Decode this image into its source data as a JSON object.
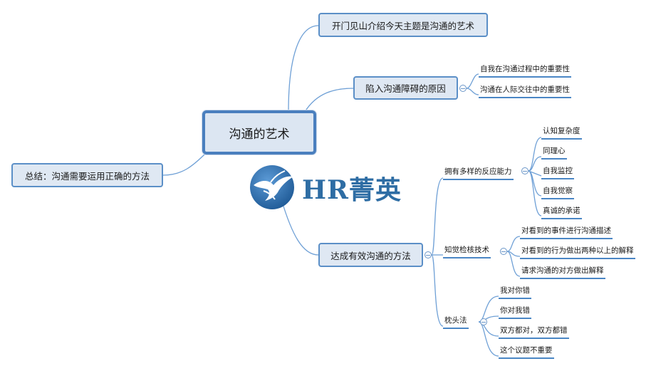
{
  "colors": {
    "line": "#6fa0d6",
    "underline": "#4a86c5",
    "box_fill": "#dfe8f3",
    "box_border": "#5b8fc7",
    "logo": "#2e6da4"
  },
  "center": {
    "label": "沟通的艺术"
  },
  "left": {
    "summary": "总结：沟通需要运用正确的方法"
  },
  "branch1": {
    "label": "开门见山介绍今天主题是沟通的艺术"
  },
  "branch2": {
    "label": "陷入沟通障碍的原因",
    "children": [
      "自我在沟通过程中的重要性",
      "沟通在人际交往中的重要性"
    ]
  },
  "branch3": {
    "label": "达成有效沟通的方法",
    "groups": [
      {
        "label": "拥有多样的反应能力",
        "children": [
          "认知复杂度",
          "同理心",
          "自我监控",
          "自我觉察",
          "真诚的承诺"
        ]
      },
      {
        "label": "知觉检核技术",
        "children": [
          "对看到的事件进行沟通描述",
          "对看到的行为做出两种以上的解释",
          "请求沟通的对方做出解释"
        ]
      },
      {
        "label": "枕头法",
        "children": [
          "我对你错",
          "你对我错",
          "双方都对，双方都错",
          "这个议题不重要"
        ]
      }
    ]
  },
  "logo": {
    "text": "HR菁英",
    "icon": "eagle-globe-icon"
  }
}
